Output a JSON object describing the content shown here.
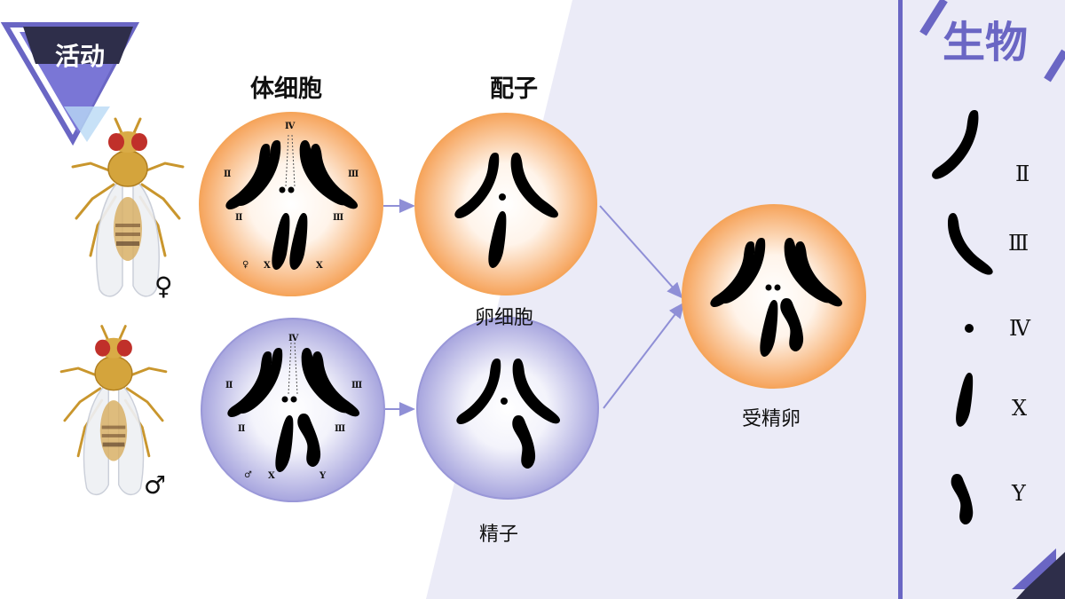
{
  "badge": {
    "label": "活动"
  },
  "subject": {
    "label": "生物"
  },
  "headers": {
    "somatic": "体细胞",
    "gamete": "配子"
  },
  "captions": {
    "egg": "卵细胞",
    "sperm": "精子",
    "zygote": "受精卵"
  },
  "female_cell": {
    "numerals": [
      "Ⅳ",
      "Ⅱ",
      "Ⅲ",
      "Ⅱ",
      "Ⅲ"
    ],
    "sex_labels": [
      "♀",
      "X",
      "X"
    ]
  },
  "male_cell": {
    "numerals": [
      "Ⅳ",
      "Ⅱ",
      "Ⅲ",
      "Ⅱ",
      "Ⅲ"
    ],
    "sex_labels": [
      "♂",
      "X",
      "Y"
    ]
  },
  "fly_symbols": {
    "female": "♀",
    "male": "♂"
  },
  "legend": [
    "Ⅱ",
    "Ⅲ",
    "Ⅳ",
    "X",
    "Y"
  ],
  "colors": {
    "female_cell_edge": "#f5a55a",
    "male_cell_edge": "#9a98d8",
    "accent_purple": "#6a66c4",
    "badge_dark": "#2e2e4a",
    "panel_bg": "#ebebf7",
    "arrow": "#8f8fd6"
  },
  "icons": [
    "fruit-fly-female-icon",
    "fruit-fly-male-icon",
    "chromosome-icon",
    "arrow-icon"
  ]
}
